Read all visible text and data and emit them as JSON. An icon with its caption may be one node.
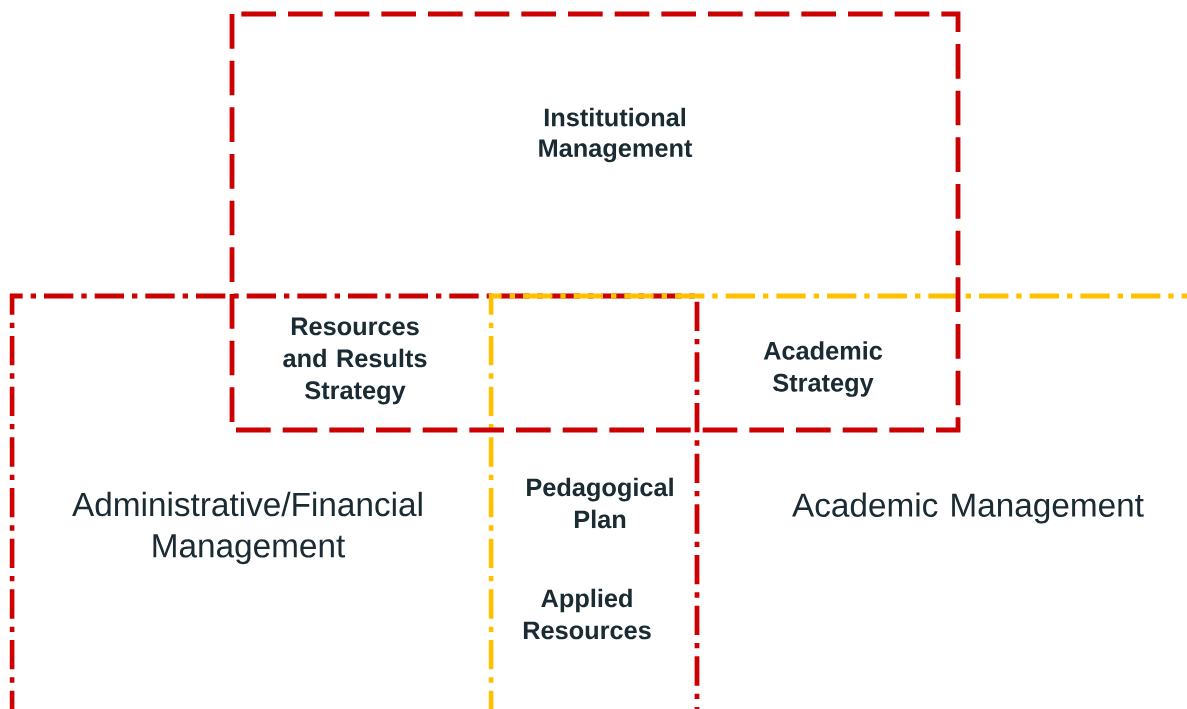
{
  "diagram": {
    "nodes": [
      {
        "text": [
          "Institutional Management"
        ]
      },
      {
        "text": [
          "Administrative/Financial Management"
        ]
      },
      {
        "text": [
          "Academic Management"
        ]
      }
    ],
    "labels": [
      "Resources and Results Strategy",
      "Academic Strategy",
      "Pedagogical Plan",
      "Applied Resources"
    ]
  }
}
